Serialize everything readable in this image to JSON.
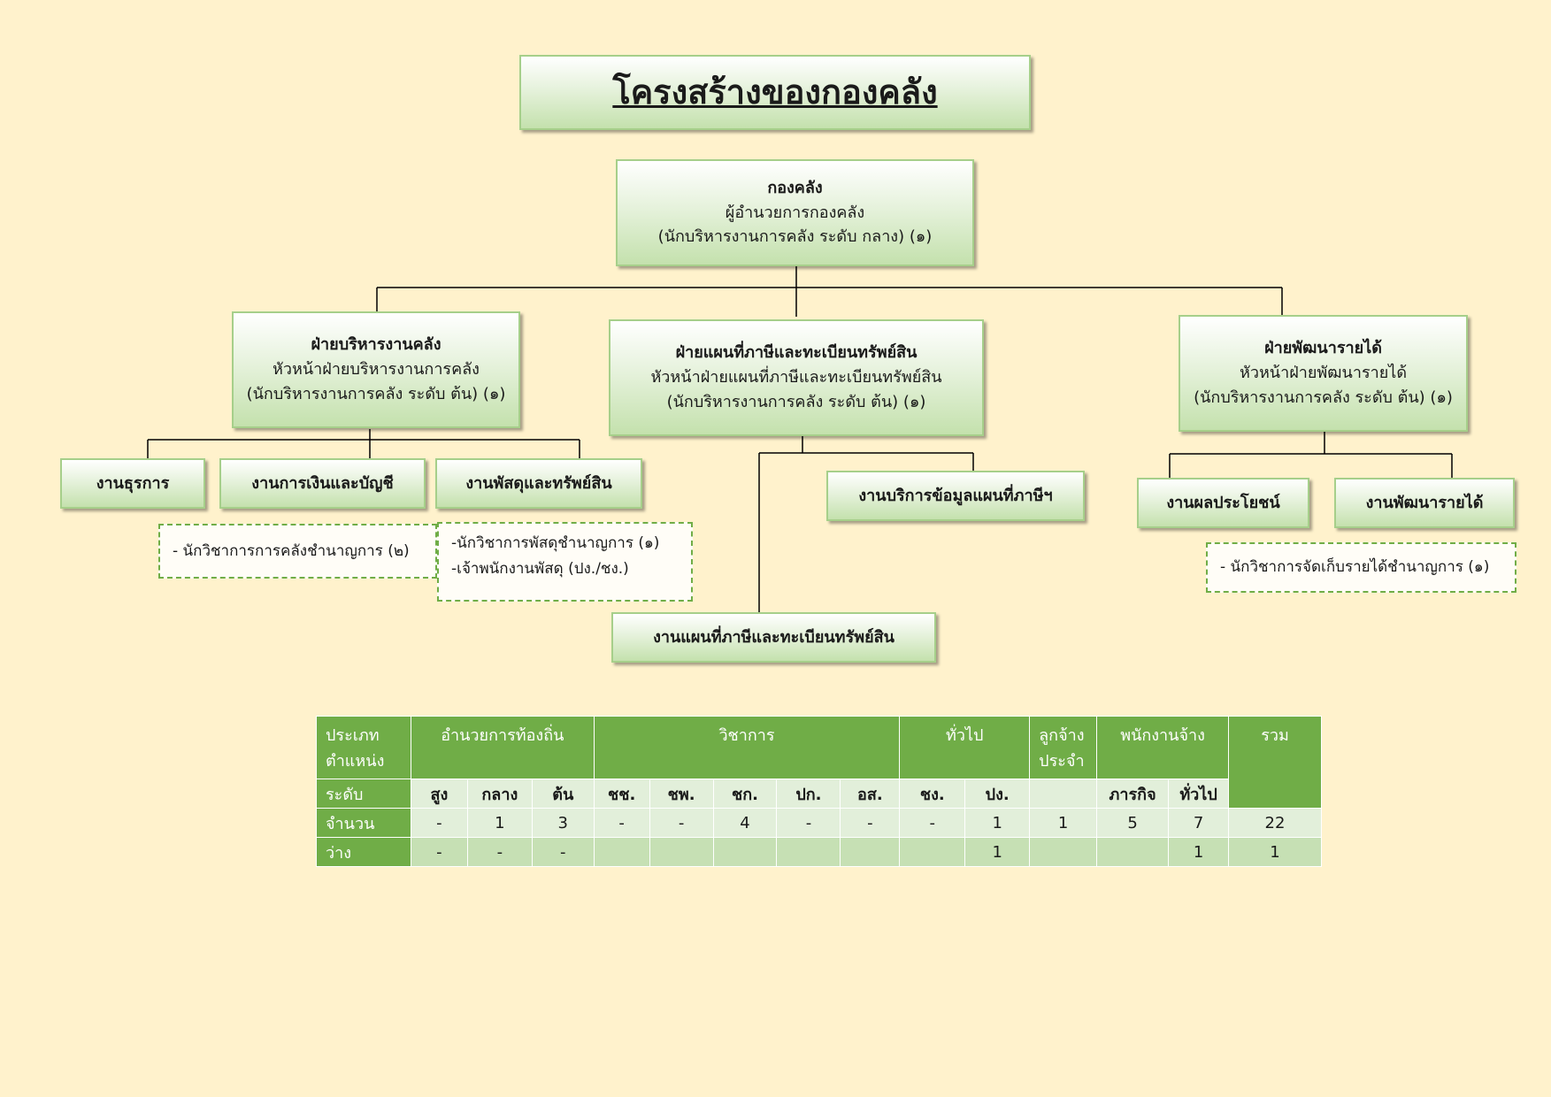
{
  "title": "โครงสร้างของกองคลัง",
  "root": {
    "name": "กองคลัง",
    "position": "ผู้อำนวยการกองคลัง",
    "rank": "(นักบริหารงานการคลัง ระดับ กลาง) (๑)"
  },
  "divisions": [
    {
      "name": "ฝ่ายบริหารงานคลัง",
      "position": "หัวหน้าฝ่ายบริหารงานการคลัง",
      "rank": "(นักบริหารงานการคลัง ระดับ ต้น) (๑)",
      "units": [
        "งานธุรการ",
        "งานการเงินและบัญชี",
        "งานพัสดุและทรัพย์สิน"
      ],
      "notes": [
        [
          "- นักวิชาการการคลังชำนาญการ (๒)"
        ],
        [
          "-นักวิชาการพัสดุชำนาญการ (๑)",
          "-เจ้าพนักงานพัสดุ (ปง./ชง.)"
        ]
      ]
    },
    {
      "name": "ฝ่ายแผนที่ภาษีและทะเบียนทรัพย์สิน",
      "position": "หัวหน้าฝ่ายแผนที่ภาษีและทะเบียนทรัพย์สิน",
      "rank": "(นักบริหารงานการคลัง ระดับ ต้น) (๑)",
      "units": [
        "งานบริการข้อมูลแผนที่ภาษีฯ",
        "งานแผนที่ภาษีและทะเบียนทรัพย์สิน"
      ]
    },
    {
      "name": "ฝ่ายพัฒนารายได้",
      "position": "หัวหน้าฝ่ายพัฒนารายได้",
      "rank": "(นักบริหารงานการคลัง ระดับ ต้น) (๑)",
      "units": [
        "งานผลประโยชน์",
        "งานพัฒนารายได้"
      ],
      "notes": [
        [
          "- นักวิชาการจัดเก็บรายได้ชำนาญการ (๑)"
        ]
      ]
    }
  ],
  "table": {
    "header": {
      "type": "ประเภท",
      "type2": "ตำแหน่ง",
      "admin": "อำนวยการท้องถิ่น",
      "academic": "วิชาการ",
      "general": "ทั่วไป",
      "employee": "ลูกจ้าง",
      "employee2": "ประจำ",
      "contract": "พนักงานจ้าง",
      "total": "รวม"
    },
    "level_label": "ระดับ",
    "levels": [
      "สูง",
      "กลาง",
      "ต้น",
      "ชช.",
      "ชพ.",
      "ชก.",
      "ปก.",
      "อส.",
      "ชง.",
      "ปง.",
      "",
      "ภารกิจ",
      "ทั่วไป"
    ],
    "rows": [
      {
        "label": "จำนวน",
        "values": [
          "-",
          "1",
          "3",
          "-",
          "-",
          "4",
          "-",
          "-",
          "-",
          "1",
          "1",
          "5",
          "7",
          "22"
        ]
      },
      {
        "label": "ว่าง",
        "values": [
          "-",
          "-",
          "-",
          "",
          "",
          "",
          "",
          "",
          "",
          "1",
          "",
          "",
          "1",
          "1"
        ]
      }
    ]
  }
}
